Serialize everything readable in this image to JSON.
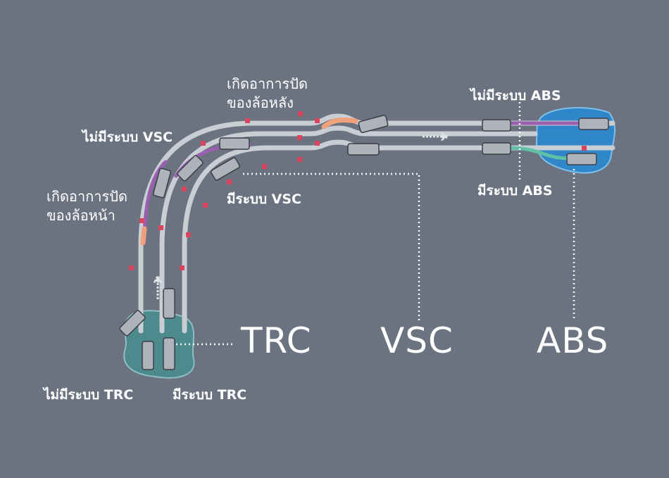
{
  "labels": {
    "rear_skid": [
      "เกิดอาการปัด",
      "ของล้อหลัง"
    ],
    "front_skid": [
      "เกิดอาการปัด",
      "ของล้อหน้า"
    ],
    "without_vsc": "ไม่มีระบบ VSC",
    "with_vsc": "มีระบบ VSC",
    "without_abs": "ไม่มีระบบ ABS",
    "with_abs": "มีระบบ ABS",
    "without_trc": "ไม่มีระบบ TRC",
    "with_trc": "มีระบบ TRC"
  },
  "systems": {
    "trc": "TRC",
    "vsc": "VSC",
    "abs": "ABS"
  },
  "colors": {
    "background": "#6b7381",
    "road": "#c9ced4",
    "skid_without_system": "#9b5fb0",
    "skid_highlight": "#f0a07a",
    "with_abs_path": "#5fc0a6",
    "water_abs": "#2f86c8",
    "water_trc": "#4c8a8e",
    "cone": "#d9455f"
  }
}
